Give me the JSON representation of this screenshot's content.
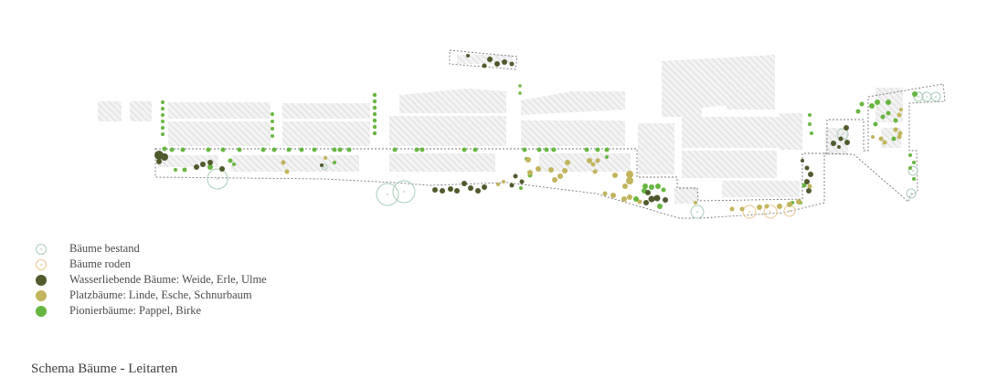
{
  "colors": {
    "existing": "#a9cdb9",
    "remove": "#e9c58d",
    "water": "#4f5a2d",
    "plaza": "#c2b35d",
    "pioneer": "#67b640",
    "building": "#ececec",
    "boundary": "#777777"
  },
  "legend": [
    {
      "key": "existing",
      "style": "ring",
      "label": "Bäume bestand"
    },
    {
      "key": "remove",
      "style": "ring",
      "label": "Bäume roden"
    },
    {
      "key": "water",
      "style": "dot",
      "label": "Wasserliebende Bäume: Weide, Erle, Ulme"
    },
    {
      "key": "plaza",
      "style": "dot",
      "label": "Platzbäume: Linde, Esche, Schnurbaum"
    },
    {
      "key": "pioneer",
      "style": "dot",
      "label": "Pionierbäume: Pappel, Birke"
    }
  ],
  "caption": "Schema Bäume - Leitarten"
}
